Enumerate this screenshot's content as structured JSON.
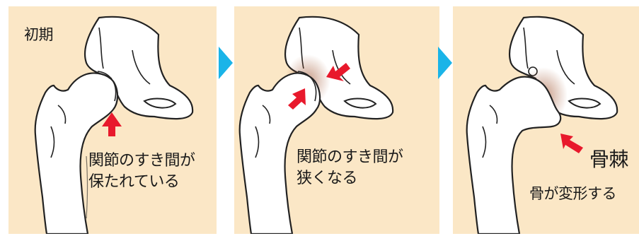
{
  "panels": [
    {
      "stage_label": "初期",
      "caption_lines": [
        "関節のすき間が",
        "保たれている"
      ]
    },
    {
      "caption_lines": [
        "関節のすき間が",
        "狭くなる"
      ]
    },
    {
      "spur_label": "骨棘",
      "deform_label": "骨が変形する"
    }
  ],
  "colors": {
    "panel_bg": "#fbe7c6",
    "next_arrow": "#1ab4e8",
    "pointer_arrow": "#e8192c",
    "bone_fill": "#ffffff",
    "outline": "#222222",
    "inflammation": "#a0522d"
  },
  "icons": {
    "next_arrow": "right-triangle-icon",
    "pointer_arrow": "red-arrow-icon"
  }
}
